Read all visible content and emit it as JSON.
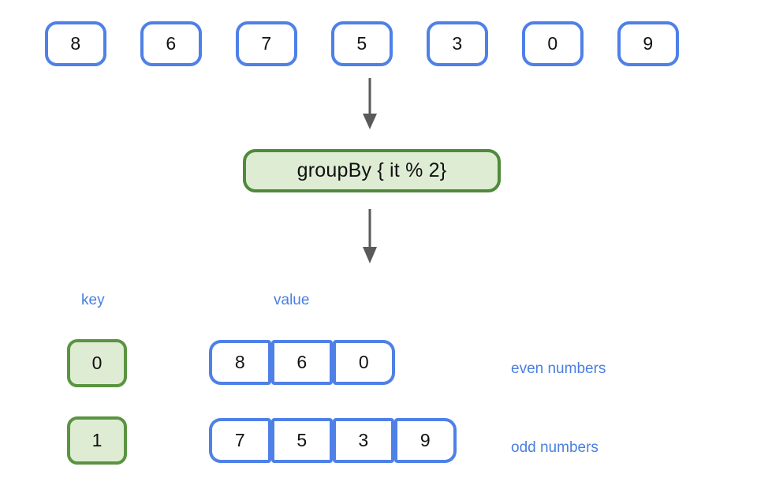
{
  "diagram": {
    "title_text": "groupBy { it % 2}",
    "colors": {
      "box_border_blue": "#4f80e8",
      "box_fill_white": "#ffffff",
      "group_border_green": "#5a9440",
      "group_fill_green": "#dfecd4",
      "operation_border_green": "#4f8a3c",
      "label_blue": "#4a7fe0",
      "arrow_gray": "#5a5a5a",
      "text_black": "#111111",
      "background": "#ffffff"
    }
  },
  "source": {
    "name": "input-collection",
    "items": [
      {
        "value": "8"
      },
      {
        "value": "6"
      },
      {
        "value": "7"
      },
      {
        "value": "5"
      },
      {
        "value": "3"
      },
      {
        "value": "0"
      },
      {
        "value": "9"
      }
    ]
  },
  "operation": {
    "label": "groupBy { it % 2}"
  },
  "arrows": [
    {
      "name": "arrow-input-to-operation",
      "direction": "down"
    },
    {
      "name": "arrow-operation-to-result",
      "direction": "down"
    }
  ],
  "result": {
    "column_headers": {
      "key": "key",
      "value": "value"
    },
    "rows": [
      {
        "key": "0",
        "values": [
          "8",
          "6",
          "0"
        ],
        "annotation": "even numbers"
      },
      {
        "key": "1",
        "values": [
          "7",
          "5",
          "3",
          "9"
        ],
        "annotation": "odd numbers"
      }
    ]
  }
}
